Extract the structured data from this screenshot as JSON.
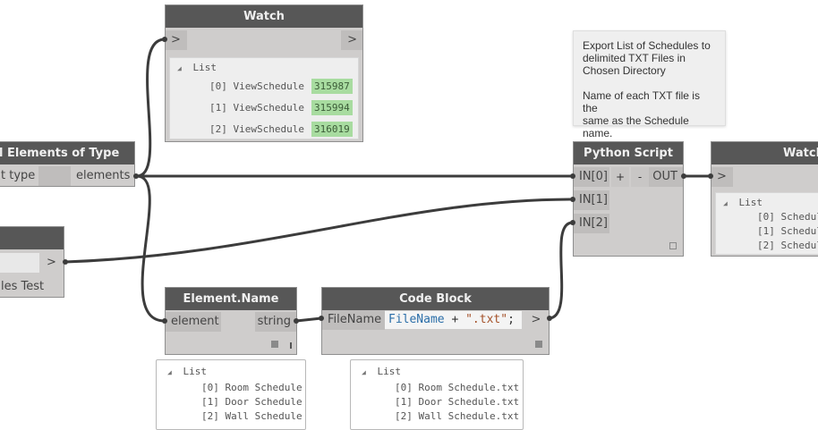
{
  "nodes": {
    "watch_top": {
      "title": "Watch",
      "in_port": ">",
      "out_port": ">",
      "list_label": "List",
      "items": [
        {
          "index": "[0]",
          "label": "ViewSchedule",
          "value": "315987"
        },
        {
          "index": "[1]",
          "label": "ViewSchedule",
          "value": "315994"
        },
        {
          "index": "[2]",
          "label": "ViewSchedule",
          "value": "316019"
        }
      ]
    },
    "all_elements": {
      "title": "l Elements of Type",
      "in_port": "t type",
      "out_port": "elements"
    },
    "left_node": {
      "out_port": ">",
      "value_text": "les Test"
    },
    "element_name": {
      "title": "Element.Name",
      "in_port": "element",
      "out_port": "string"
    },
    "code_block": {
      "title": "Code Block",
      "in_port": "FileName",
      "code_var": "FileName",
      "code_op": " + ",
      "code_str": "\".txt\"",
      "code_end": ";",
      "out_port": ">"
    },
    "python_script": {
      "title": "Python Script",
      "inputs": [
        "IN[0]",
        "IN[1]",
        "IN[2]"
      ],
      "add_label": "+",
      "remove_label": "-",
      "out_port": "OUT"
    },
    "watch_right": {
      "title": "Watch",
      "in_port": ">",
      "list_label": "List",
      "items": [
        "[0] Schedul",
        "[1] Schedul",
        "[2] Schedul"
      ]
    }
  },
  "previews": {
    "element_name": {
      "list_label": "List",
      "items": [
        "[0] Room Schedule",
        "[1] Door Schedule",
        "[2] Wall Schedule"
      ]
    },
    "code_block": {
      "list_label": "List",
      "items": [
        "[0] Room Schedule.txt",
        "[1] Door Schedule.txt",
        "[2] Wall Schedule.txt"
      ]
    }
  },
  "note": {
    "line1": "Export List of Schedules to",
    "line2": "delimited TXT Files in",
    "line3": "Chosen Directory",
    "line4": "Name of each TXT file is the",
    "line5": "same as the Schedule name."
  },
  "icons": {
    "expand": "triangle-down-icon",
    "resize": "resize-grip-icon"
  },
  "colors": {
    "header": "#575757",
    "node_body": "#cfcdcc",
    "wire": "#3c3c3c",
    "highlight": "#a8dca0"
  }
}
